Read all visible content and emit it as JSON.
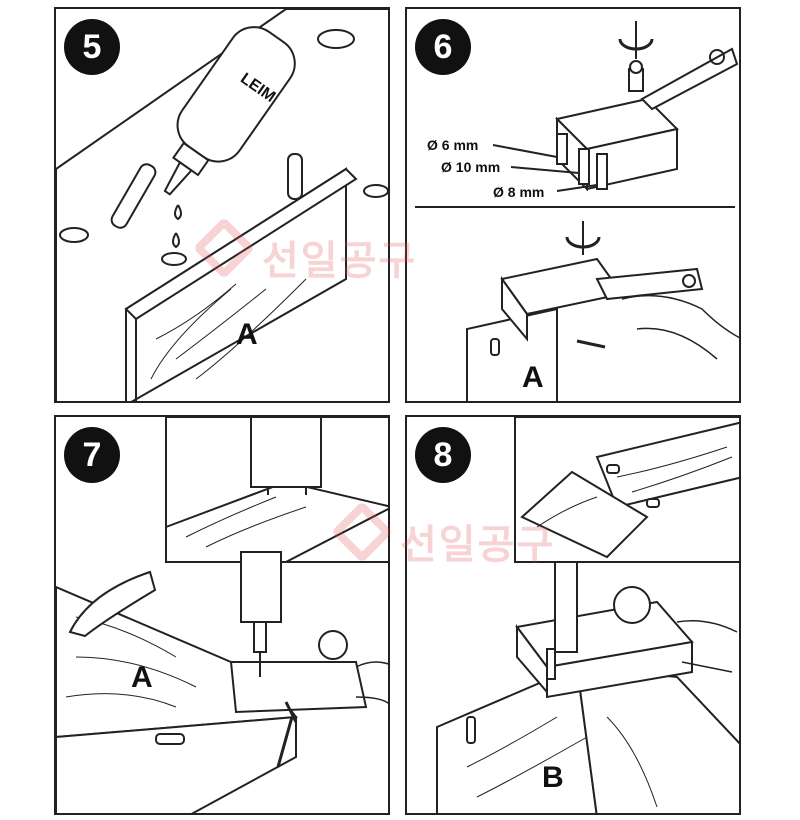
{
  "steps": [
    {
      "number": "5",
      "bottle_label": "LEIM",
      "part_label": "A"
    },
    {
      "number": "6",
      "sizes": [
        "Ø 6 mm",
        "Ø 10 mm",
        "Ø 8 mm"
      ],
      "part_label": "A"
    },
    {
      "number": "7",
      "part_label": "A"
    },
    {
      "number": "8",
      "part_label": "B"
    }
  ],
  "watermark": {
    "text": "선일공구",
    "color": "#e05050"
  }
}
